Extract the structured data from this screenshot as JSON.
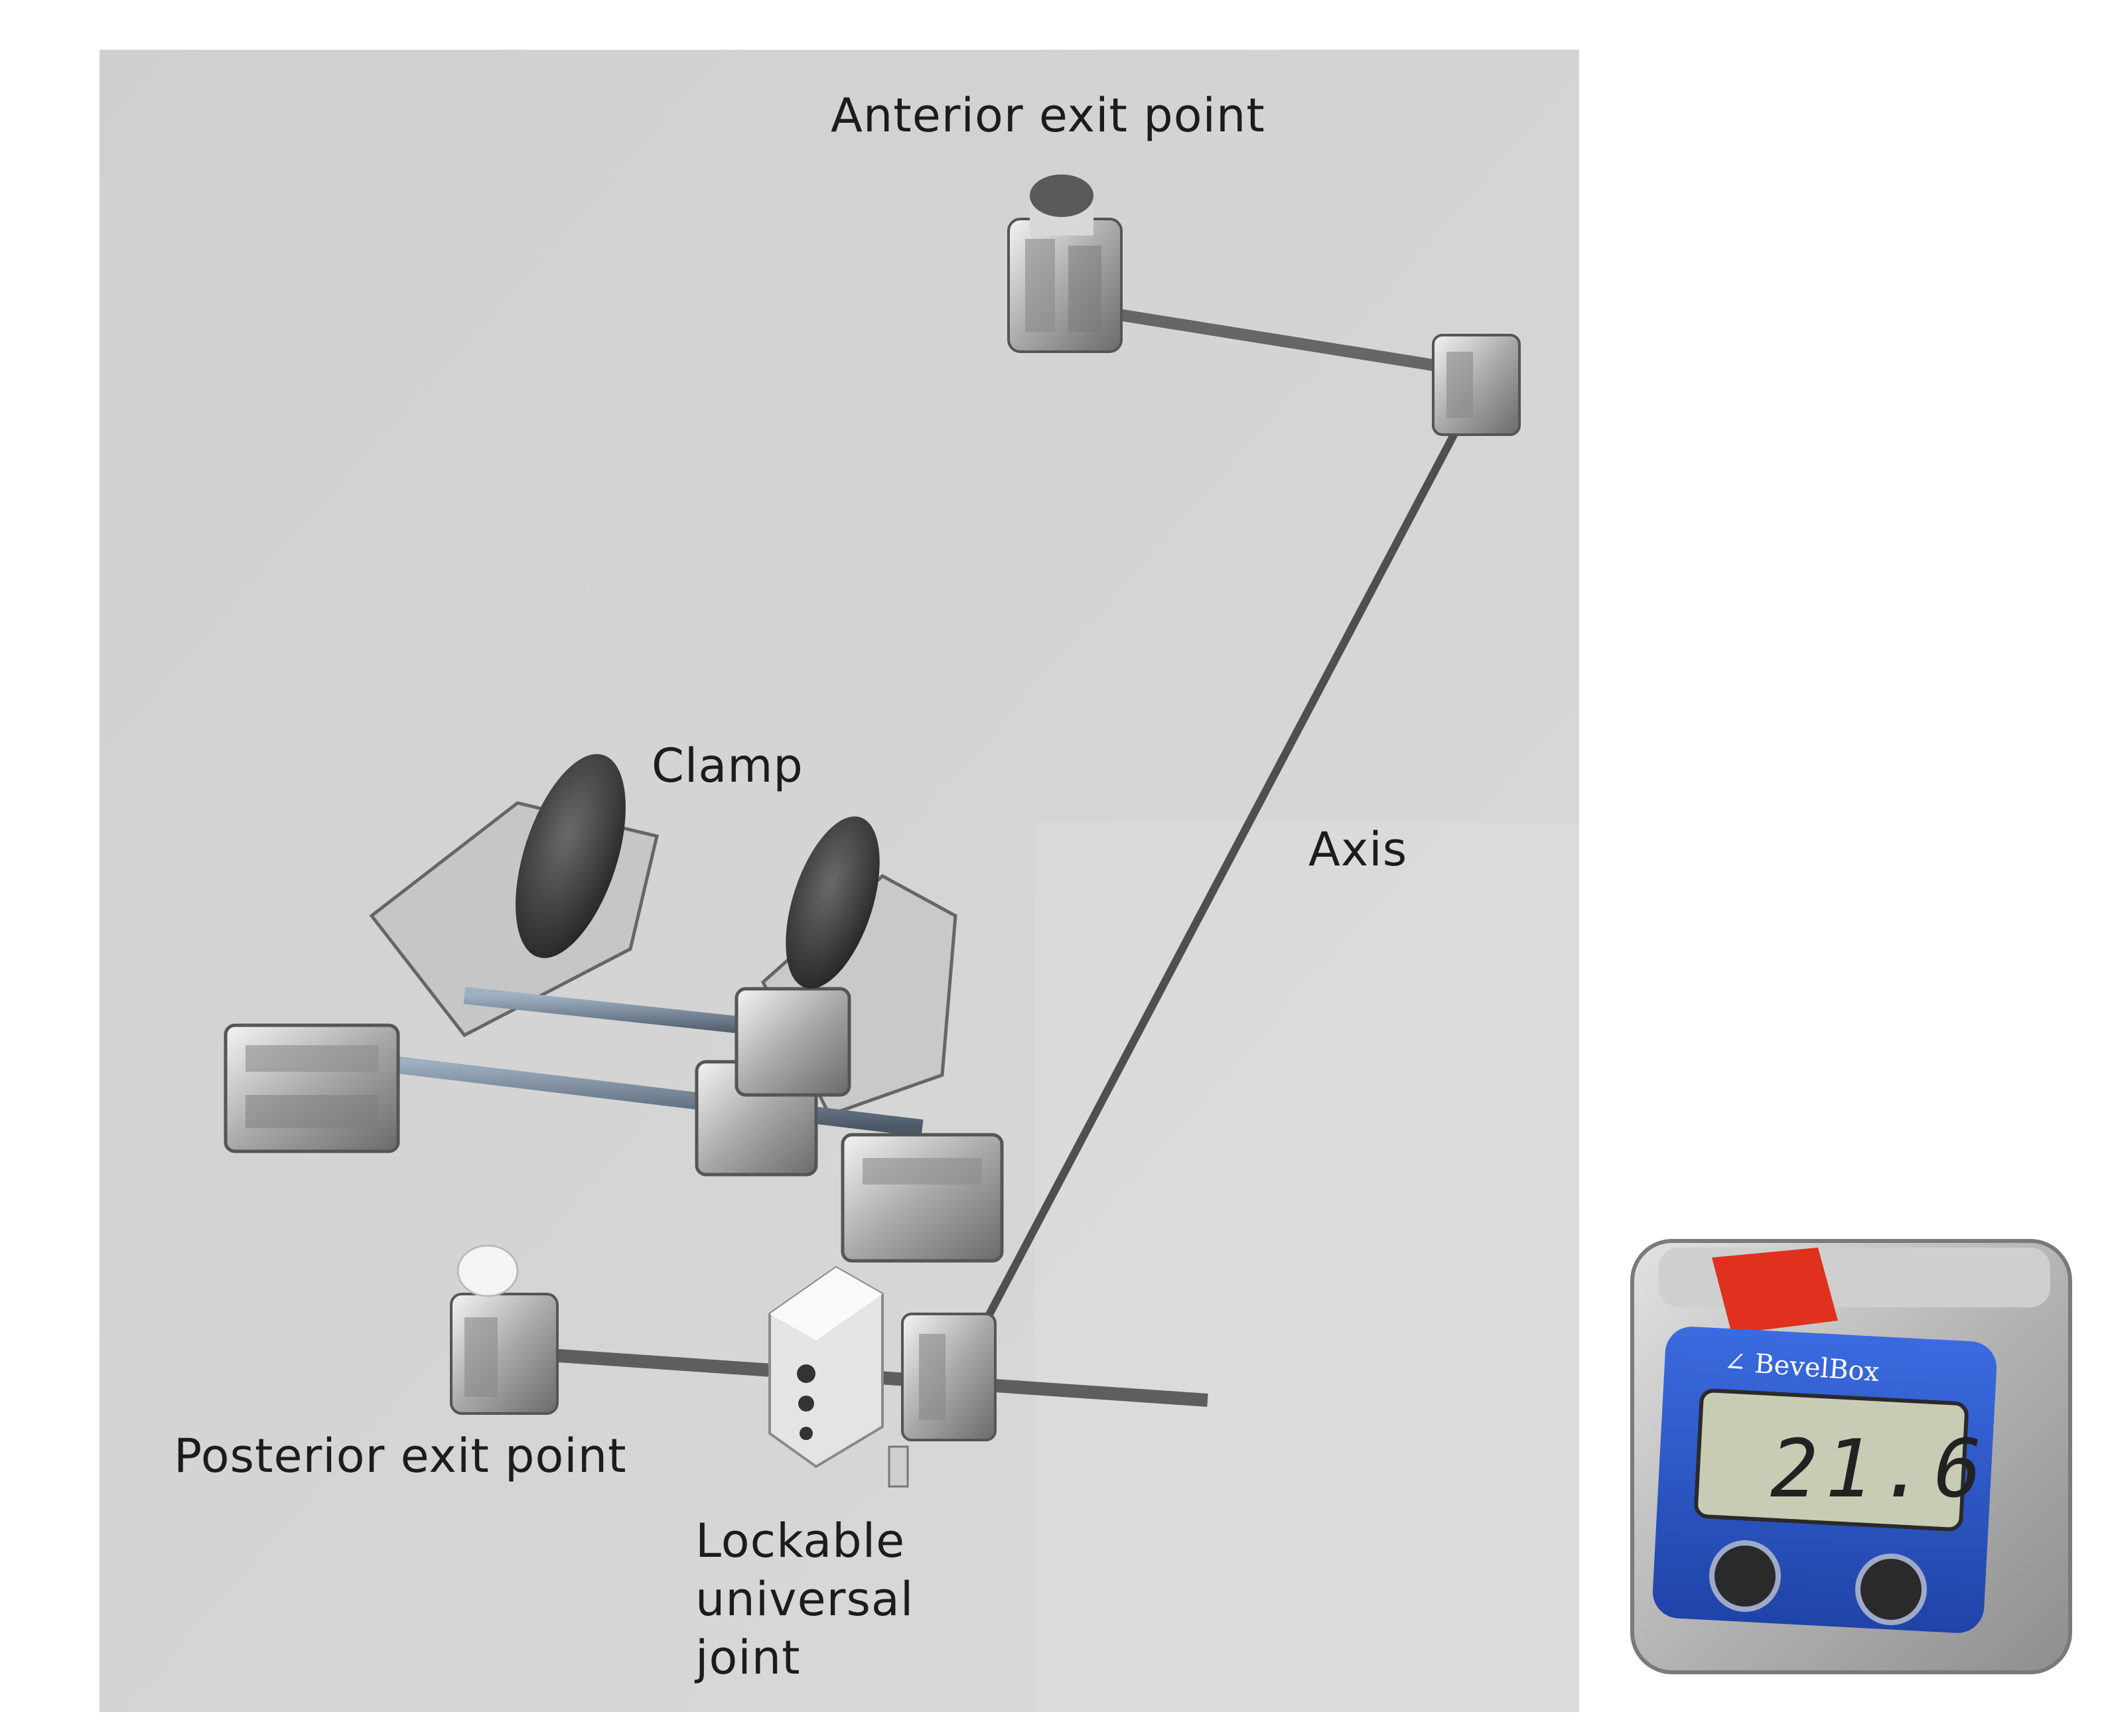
{
  "labels": {
    "anterior_exit_point": "Anterior exit point",
    "clamp": "Clamp",
    "axis": "Axis",
    "posterior_exit_point": "Posterior exit point",
    "lockable_universal_joint": [
      "Lockable",
      "universal",
      "joint"
    ]
  },
  "inclinometer": {
    "brand": "∠ BevelBox",
    "reading": "21.6"
  },
  "colors": {
    "render_background": "#d3d3d3",
    "device_blue": "#2a56c8",
    "device_red": "#e0311f",
    "rod": "#555555"
  }
}
